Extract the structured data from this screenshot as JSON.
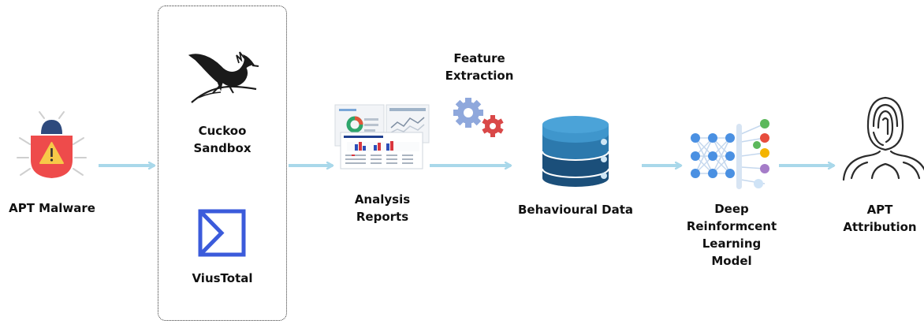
{
  "nodes": {
    "apt_malware": "APT Malware",
    "cuckoo": [
      "Cuckoo",
      "Sandbox"
    ],
    "virustotal": "ViusTotal",
    "analysis_reports": [
      "Analysis",
      "Reports"
    ],
    "feature_extraction": [
      "Feature",
      "Extraction"
    ],
    "behavioural_data": "Behavioural Data",
    "drl_model": [
      "Deep",
      "Reinformcent",
      "Learning",
      "Model"
    ],
    "apt_attribution": [
      "APT",
      "Attribution"
    ]
  },
  "icons": {
    "malware": "bug-warning-icon",
    "cuckoo": "cuckoo-bird-icon",
    "virustotal": "virustotal-sigma-icon",
    "reports": "report-documents-icon",
    "features": "gears-icon",
    "data": "database-icon",
    "model": "neural-network-icon",
    "attribution": "fingerprint-person-icon"
  },
  "colors": {
    "arrow": "#a9d8ea",
    "bug_red": "#ee4b4b",
    "bug_navy": "#2e4a7d",
    "warning_yellow": "#f7c948",
    "virustotal_blue": "#3b5bdb",
    "db_dark": "#1b4f7a",
    "db_mid": "#2c79ad",
    "db_light": "#3f96cc",
    "nn_blue": "#4a90e2"
  }
}
